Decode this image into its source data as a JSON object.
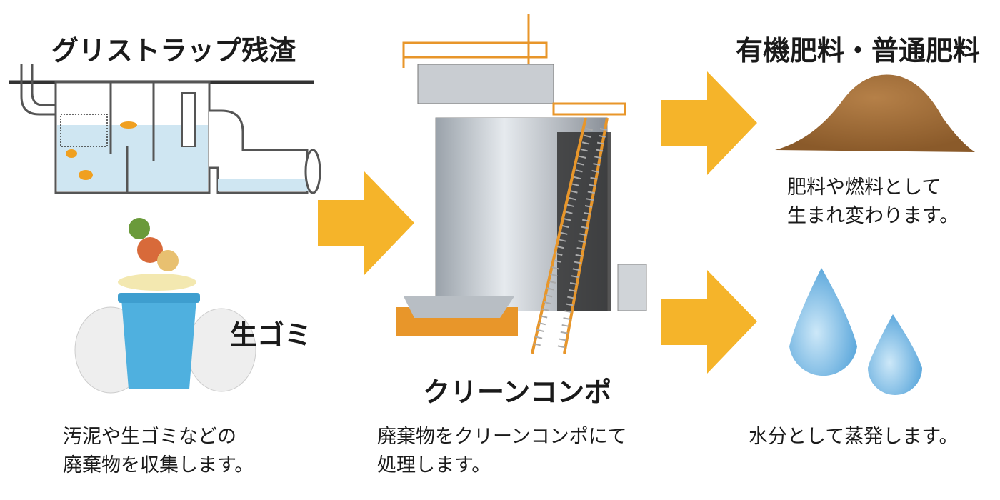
{
  "colors": {
    "arrow": "#F5B42A",
    "water": "#5AA9DE",
    "soil": "#A0703A",
    "bin": "#4FB0DF",
    "frame": "#E8962A"
  },
  "grease_trap": {
    "title": "グリストラップ残渣"
  },
  "food_waste": {
    "title": "生ゴミ"
  },
  "collect": {
    "line1": "汚泥や生ゴミなどの",
    "line2": "廃棄物を収集します。"
  },
  "machine": {
    "title": "クリーンコンポ",
    "line1": "廃棄物をクリーンコンポにて",
    "line2": "処理します。"
  },
  "fertilizer": {
    "title": "有機肥料・普通肥料",
    "line1": "肥料や燃料として",
    "line2": "生まれ変わります。"
  },
  "water": {
    "line1": "水分として蒸発します。"
  }
}
